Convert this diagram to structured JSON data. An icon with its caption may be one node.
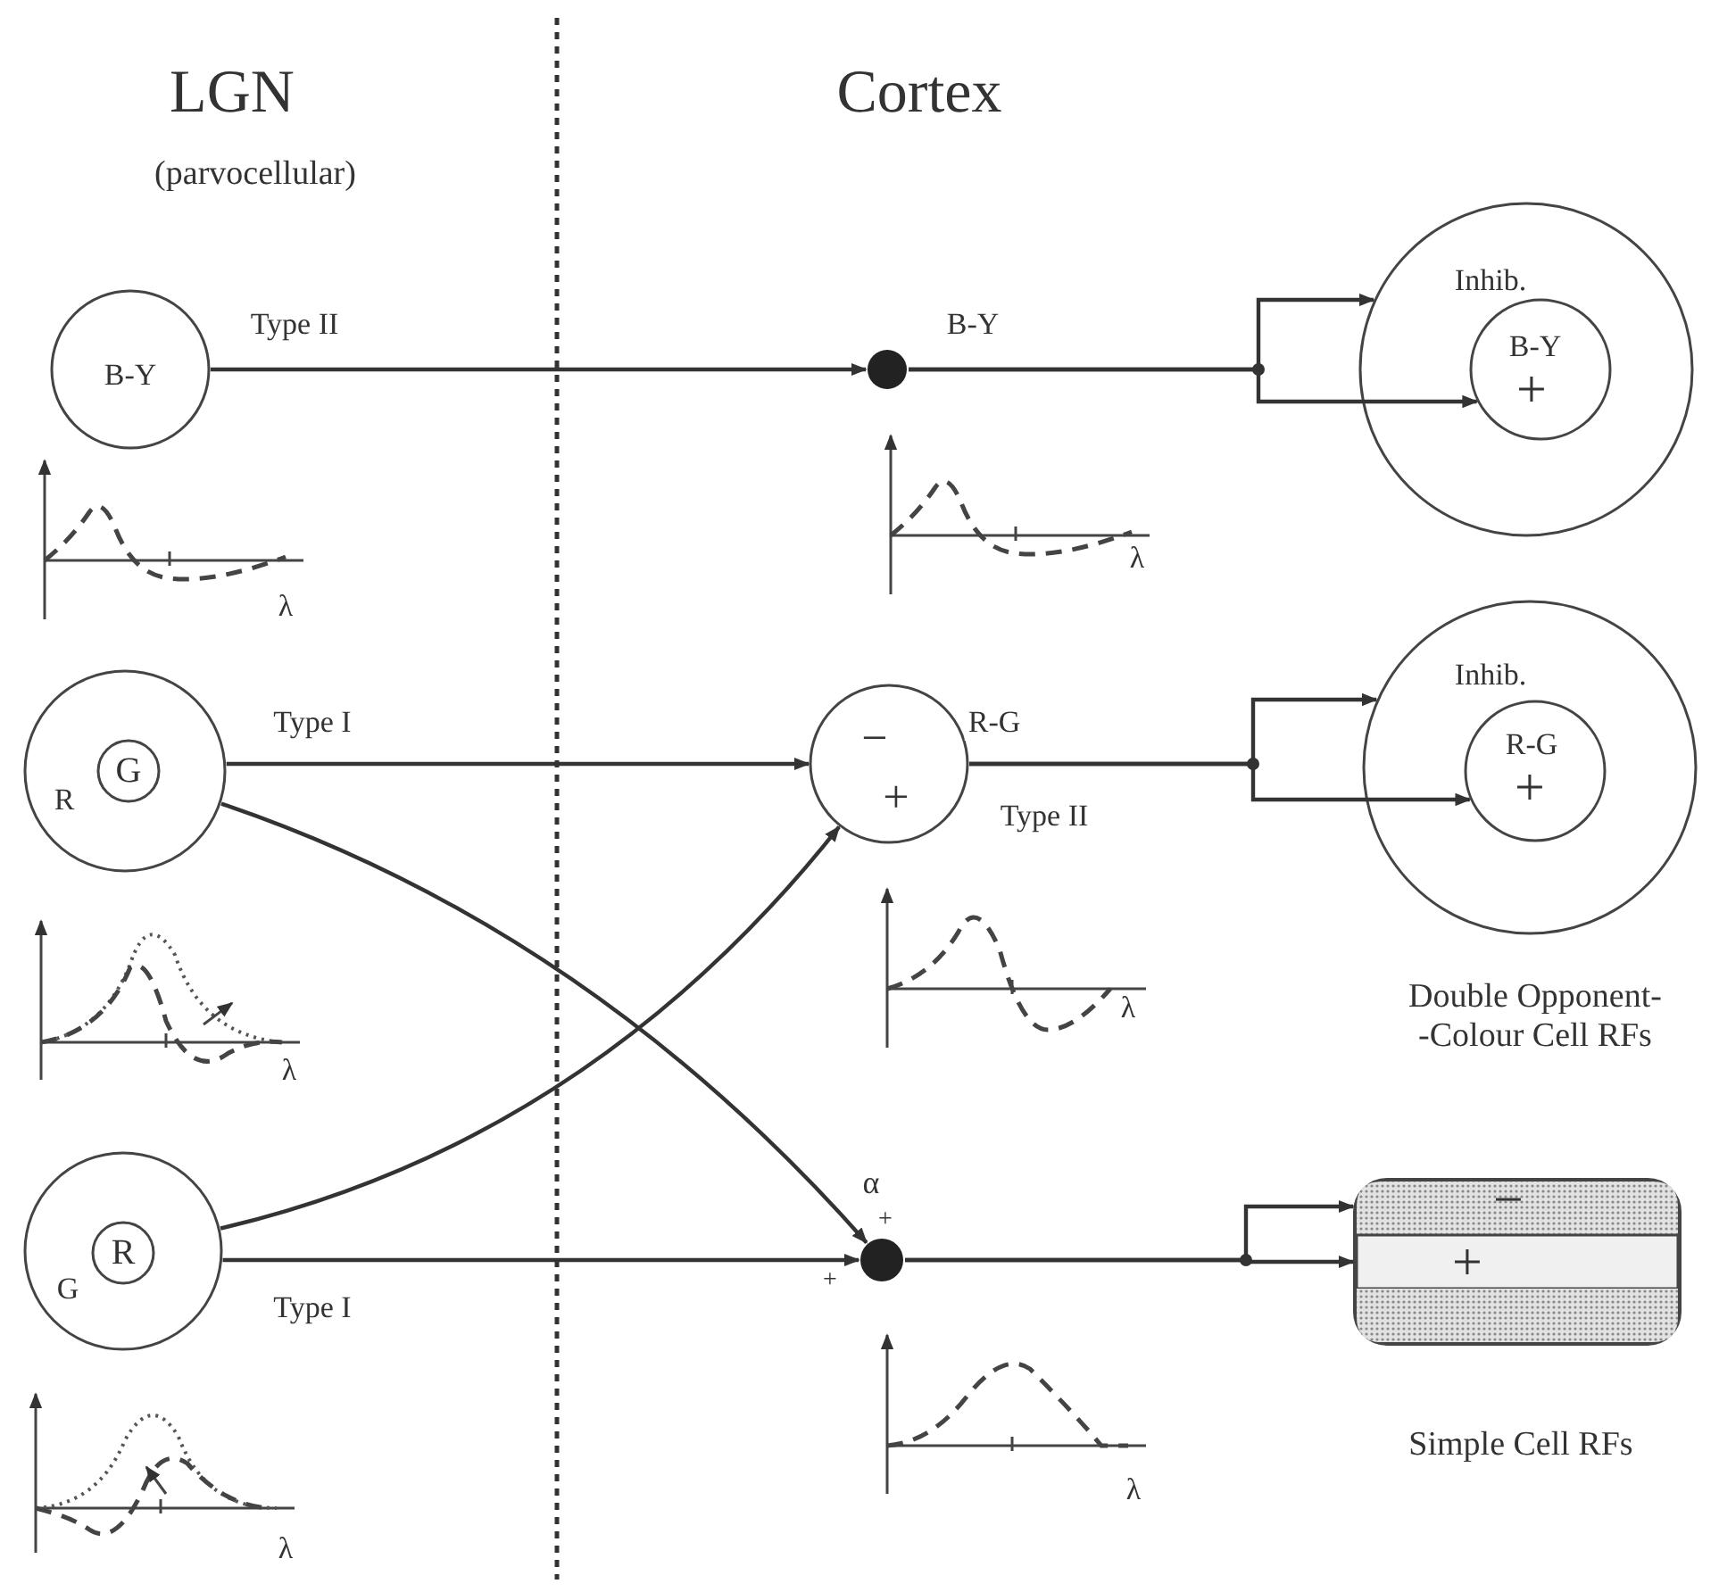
{
  "diagram": {
    "nodes": [
      {
        "text": [
          "B-Y"
        ]
      },
      {
        "text": [
          "R"
        ]
      },
      {
        "text": [
          "G"
        ],
        "in": 1
      },
      {
        "text": [
          "G"
        ]
      },
      {
        "text": [
          "R"
        ],
        "in": 3
      },
      {
        "text": [],
        "shape": "circle"
      },
      {
        "text": [
          "−",
          "+"
        ],
        "beside": [
          "Type II"
        ]
      },
      {
        "text": [],
        "shape": "circle"
      },
      {
        "text": [
          "Inhib."
        ]
      },
      {
        "text": [
          "B-Y",
          "+"
        ],
        "in": 8
      },
      {
        "text": [
          "Inhib."
        ]
      },
      {
        "text": [
          "R-G",
          "+"
        ],
        "in": 10
      },
      {
        "text": [],
        "shape": "box"
      },
      {
        "text": [
          "−"
        ],
        "in": 12
      },
      {
        "text": [
          "+"
        ],
        "in": 12
      },
      {
        "text": [],
        "shape": "bar",
        "in": 12
      }
    ],
    "edges": [
      {
        "from": 0,
        "to": 5,
        "arrow": "to",
        "label": "Type II"
      },
      {
        "from": 1,
        "to": 6,
        "arrow": "to",
        "label": "Type I"
      },
      {
        "from": 1,
        "to": 7,
        "arrow": "to"
      },
      {
        "from": 3,
        "to": 6,
        "arrow": "to"
      },
      {
        "from": 3,
        "to": 7,
        "arrow": "to",
        "label": "Type I"
      },
      {
        "from": 5,
        "to": 8,
        "arrow": "to",
        "label": "B-Y"
      },
      {
        "from": 5,
        "to": 9,
        "arrow": "to"
      },
      {
        "from": 6,
        "to": 10,
        "arrow": "to",
        "label": "R-G"
      },
      {
        "from": 6,
        "to": 11,
        "arrow": "to"
      },
      {
        "from": 7,
        "to": 13,
        "arrow": "to"
      },
      {
        "from": 7,
        "to": 14,
        "arrow": "to"
      }
    ],
    "labels": [
      "LGN",
      "(parvocellular)",
      "Cortex",
      "λ",
      "λ",
      "λ",
      "Double Opponent- -Colour Cell RFs",
      "λ",
      "α",
      "+",
      "+",
      "Simple Cell RFs",
      "λ",
      "λ"
    ]
  }
}
